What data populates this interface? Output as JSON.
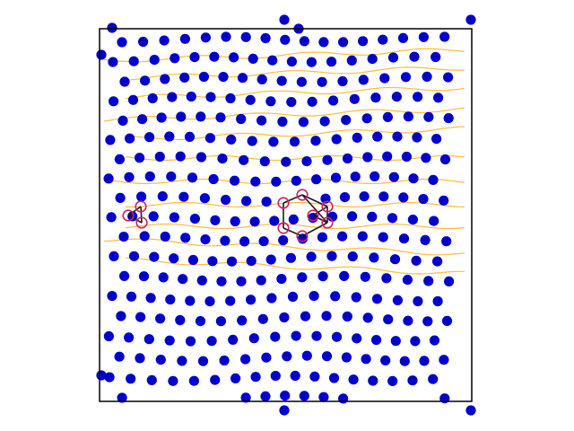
{
  "colors": {
    "particle": "#0000cc",
    "streamline": "#ffb733",
    "defect_edge": "#1a1a1a",
    "defect_highlight": "#cc2266"
  },
  "scene": {
    "kind": "particle-lattice",
    "frame": "square box",
    "rows": 19,
    "cols": 17,
    "defect_clusters": 2,
    "streamlines": 12
  }
}
